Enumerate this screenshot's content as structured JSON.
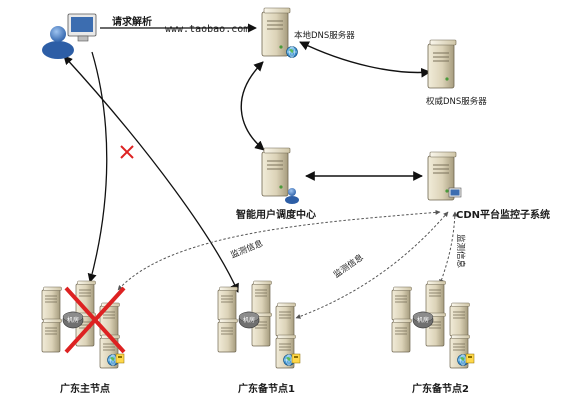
{
  "request": {
    "label": "请求解析",
    "url": "www.taobao.com"
  },
  "nodes": {
    "local_dns": "本地DNS服务器",
    "authoritative_dns": "权威DNS服务器",
    "smart_dispatch": "智能用户调度中心",
    "cdn_monitor": "CDN平台监控子系统",
    "gd_main": "广东主节点",
    "gd_backup1": "广东备节点1",
    "gd_backup2": "广东备节点2"
  },
  "room_badge": "机房",
  "monitor_info": "监测信息",
  "status": {
    "gd_main": "failed"
  },
  "colors": {
    "link_failed": "#dd2222",
    "arrow": "#111111",
    "server_body": "#dcd3b8"
  },
  "icons": [
    "user-computer-icon",
    "server-icon",
    "server-cluster-icon",
    "globe-icon",
    "x-mark-icon"
  ]
}
